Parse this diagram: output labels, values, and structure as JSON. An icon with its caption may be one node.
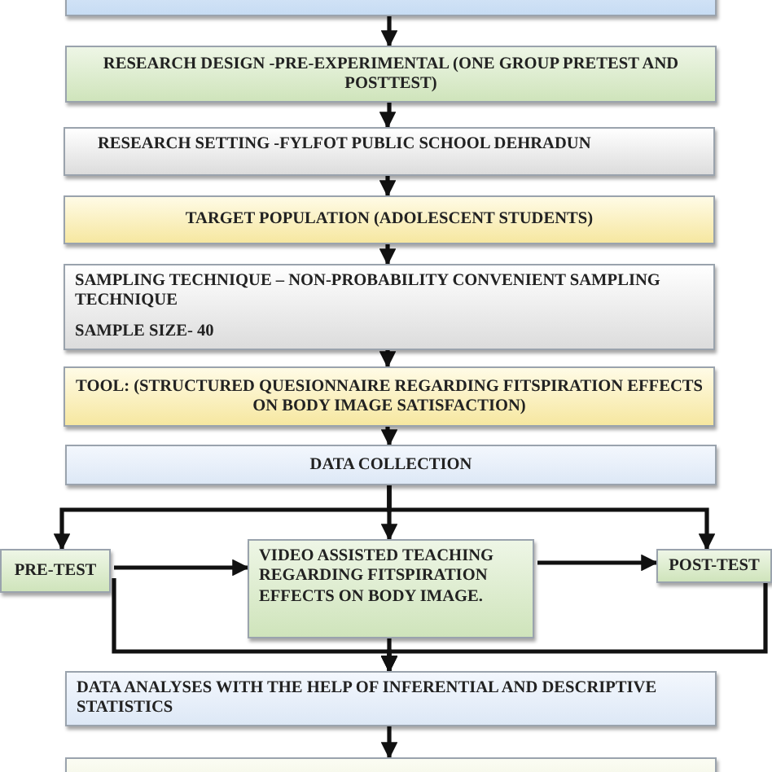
{
  "diagram": {
    "nodes": [
      {
        "text": [],
        "shape": "box"
      },
      {
        "text": [
          "RESEARCH DESIGN -PRE-EXPERIMENTAL (ONE GROUP PRETEST AND POSTTEST)"
        ]
      },
      {
        "text": [
          "RESEARCH SETTING -FYLFOT PUBLIC SCHOOL DEHRADUN"
        ]
      },
      {
        "text": [
          "TARGET POPULATION (ADOLESCENT STUDENTS)"
        ]
      },
      {
        "text": [
          "SAMPLING TECHNIQUE – NON-PROBABILITY CONVENIENT SAMPLING TECHNIQUE",
          "SAMPLE SIZE- 40"
        ]
      },
      {
        "text": [
          "TOOL: (STRUCTURED QUESIONNAIRE REGARDING FITSPIRATION EFFECTS ON BODY IMAGE SATISFACTION)"
        ]
      },
      {
        "text": [
          "DATA COLLECTION"
        ]
      },
      {
        "text": [
          "PRE-TEST"
        ]
      },
      {
        "text": [
          "VIDEO ASSISTED TEACHING REGARDING FITSPIRATION EFFECTS ON BODY IMAGE."
        ]
      },
      {
        "text": [
          "POST-TEST"
        ]
      },
      {
        "text": [
          "DATA ANALYSES WITH THE HELP OF INFERENTIAL AND DESCRIPTIVE STATISTICS"
        ]
      },
      {
        "text": [],
        "shape": "box"
      }
    ],
    "edges": [
      {
        "from": 0,
        "to": 1,
        "arrow": "to"
      },
      {
        "from": 1,
        "to": 2,
        "arrow": "to"
      },
      {
        "from": 2,
        "to": 3,
        "arrow": "to"
      },
      {
        "from": 3,
        "to": 4,
        "arrow": "to"
      },
      {
        "from": 4,
        "to": 5,
        "arrow": "to"
      },
      {
        "from": 5,
        "to": 6,
        "arrow": "to"
      },
      {
        "from": 6,
        "to": 7,
        "arrow": "to"
      },
      {
        "from": 6,
        "to": 8,
        "arrow": "to"
      },
      {
        "from": 6,
        "to": 9,
        "arrow": "to"
      },
      {
        "from": 7,
        "to": 8,
        "arrow": "to"
      },
      {
        "from": 8,
        "to": 9,
        "arrow": "to"
      },
      {
        "from": 7,
        "to": 10,
        "arrow": "to"
      },
      {
        "from": 8,
        "to": 10,
        "arrow": "to"
      },
      {
        "from": 9,
        "to": 10,
        "arrow": "to"
      },
      {
        "from": 10,
        "to": 11,
        "arrow": "to"
      }
    ]
  }
}
